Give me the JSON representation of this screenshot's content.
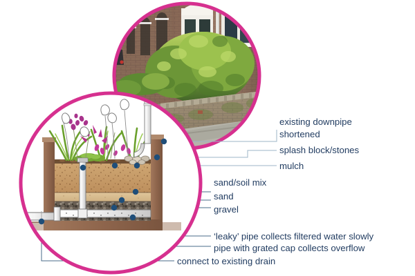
{
  "figure": {
    "type": "annotated-diagram",
    "title": "Rain garden / stormwater planter cross-section with site photo",
    "background": "#ffffff",
    "accent_circle_color": "#d6308f",
    "label_color": "#1f3a5f",
    "leader_color": "#4a6b8a",
    "dot_color": "#1f4e79"
  },
  "labels": [
    {
      "id": "downpipe",
      "line1": "existing downpipe",
      "line2": "shortened"
    },
    {
      "id": "splash",
      "text": "splash block/stones"
    },
    {
      "id": "mulch",
      "text": "mulch"
    },
    {
      "id": "sandsoil",
      "text": "sand/soil mix"
    },
    {
      "id": "sand",
      "text": "sand"
    },
    {
      "id": "gravel",
      "text": "gravel"
    },
    {
      "id": "leaky",
      "text": "‘leaky’ pipe collects filtered water slowly"
    },
    {
      "id": "grated",
      "text": "pipe with grated cap collects overflow"
    },
    {
      "id": "drain",
      "text": "connect to existing drain"
    }
  ],
  "photo": {
    "name": "street-garden-photo",
    "description": "Brick terraced houses with arched windows behind a raised brick planter full of green shrubs",
    "colors": {
      "sky": "#e9e9e4",
      "brick": "#8d6a5c",
      "foliage_light": "#a8c85a",
      "foliage_dark": "#41622c",
      "wall": "#9a9384",
      "pavement": "#b9b7ad"
    }
  },
  "cross_section": {
    "name": "planter-cross-section",
    "layers": [
      {
        "id": "plants",
        "label": "planting",
        "color": "#8cc63f"
      },
      {
        "id": "mulch",
        "label": "mulch",
        "color": "#7a5a3a"
      },
      {
        "id": "sandsoil",
        "label": "sand/soil mix",
        "color": "#c9a06a"
      },
      {
        "id": "sand",
        "label": "sand",
        "color": "#d9bd91"
      },
      {
        "id": "gravel",
        "label": "gravel",
        "color": "#5b5148"
      },
      {
        "id": "base",
        "label": "base/subsoil",
        "color": "#8a6a55"
      }
    ],
    "elements": [
      {
        "id": "downpipe",
        "label": "existing downpipe shortened"
      },
      {
        "id": "splash",
        "label": "splash block/stones"
      },
      {
        "id": "riser",
        "label": "pipe with grated cap"
      },
      {
        "id": "leaky-pipe",
        "label": "'leaky' perforated pipe"
      },
      {
        "id": "drain-pipe",
        "label": "connect to existing drain"
      }
    ],
    "wall_color": "#9b6f55"
  }
}
